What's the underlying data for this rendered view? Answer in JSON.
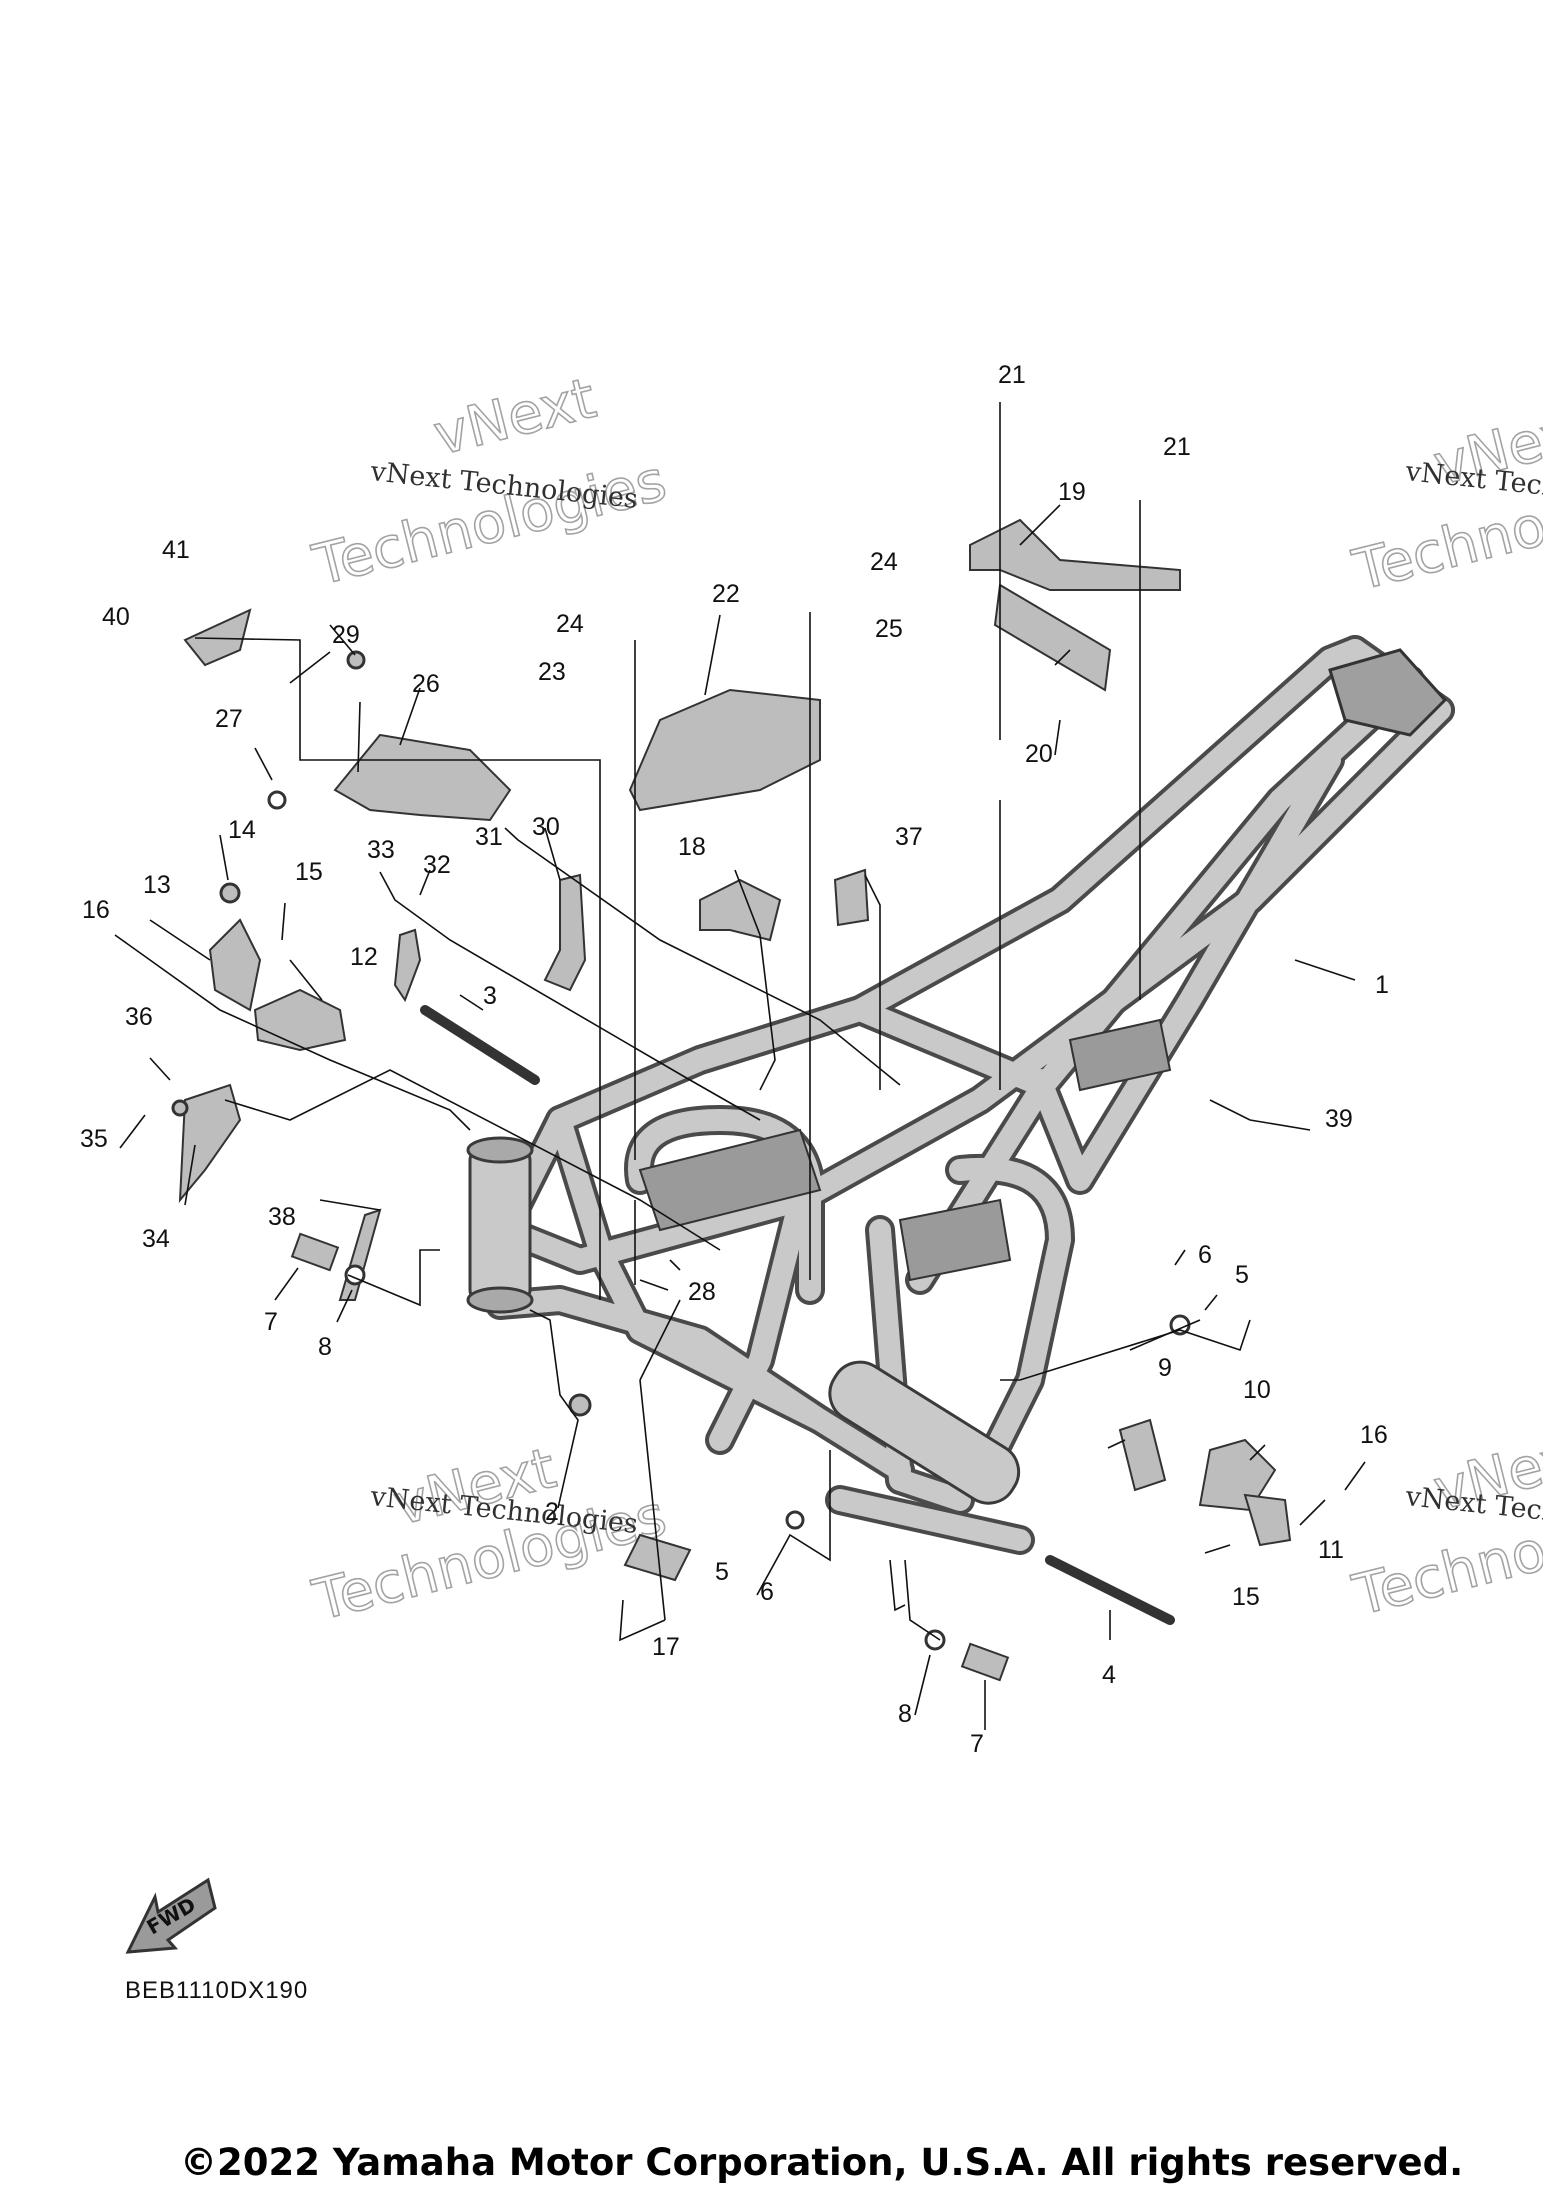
{
  "diagram_code": "BEB1110DX190",
  "copyright": "©2022 Yamaha Motor Corporation, U.S.A. All rights reserved.",
  "fwd_label": "FWD",
  "watermark": {
    "line1": "vNext Technologies",
    "big1": "vNext",
    "big2": "Technologies"
  },
  "callouts": [
    {
      "id": "c1",
      "label": "1"
    },
    {
      "id": "c2",
      "label": "2"
    },
    {
      "id": "c3",
      "label": "3"
    },
    {
      "id": "c4",
      "label": "4"
    },
    {
      "id": "c5a",
      "label": "5"
    },
    {
      "id": "c5b",
      "label": "5"
    },
    {
      "id": "c6a",
      "label": "6"
    },
    {
      "id": "c6b",
      "label": "6"
    },
    {
      "id": "c7a",
      "label": "7"
    },
    {
      "id": "c7b",
      "label": "7"
    },
    {
      "id": "c8a",
      "label": "8"
    },
    {
      "id": "c8b",
      "label": "8"
    },
    {
      "id": "c9",
      "label": "9"
    },
    {
      "id": "c10",
      "label": "10"
    },
    {
      "id": "c11",
      "label": "11"
    },
    {
      "id": "c12",
      "label": "12"
    },
    {
      "id": "c13",
      "label": "13"
    },
    {
      "id": "c14",
      "label": "14"
    },
    {
      "id": "c15a",
      "label": "15"
    },
    {
      "id": "c15b",
      "label": "15"
    },
    {
      "id": "c16a",
      "label": "16"
    },
    {
      "id": "c16b",
      "label": "16"
    },
    {
      "id": "c17",
      "label": "17"
    },
    {
      "id": "c18",
      "label": "18"
    },
    {
      "id": "c19",
      "label": "19"
    },
    {
      "id": "c20",
      "label": "20"
    },
    {
      "id": "c21a",
      "label": "21"
    },
    {
      "id": "c21b",
      "label": "21"
    },
    {
      "id": "c22",
      "label": "22"
    },
    {
      "id": "c23",
      "label": "23"
    },
    {
      "id": "c24a",
      "label": "24"
    },
    {
      "id": "c24b",
      "label": "24"
    },
    {
      "id": "c25",
      "label": "25"
    },
    {
      "id": "c26",
      "label": "26"
    },
    {
      "id": "c27",
      "label": "27"
    },
    {
      "id": "c28",
      "label": "28"
    },
    {
      "id": "c29",
      "label": "29"
    },
    {
      "id": "c30",
      "label": "30"
    },
    {
      "id": "c31",
      "label": "31"
    },
    {
      "id": "c32",
      "label": "32"
    },
    {
      "id": "c33",
      "label": "33"
    },
    {
      "id": "c34",
      "label": "34"
    },
    {
      "id": "c35",
      "label": "35"
    },
    {
      "id": "c36",
      "label": "36"
    },
    {
      "id": "c37",
      "label": "37"
    },
    {
      "id": "c38",
      "label": "38"
    },
    {
      "id": "c39",
      "label": "39"
    },
    {
      "id": "c40",
      "label": "40"
    },
    {
      "id": "c41",
      "label": "41"
    }
  ]
}
